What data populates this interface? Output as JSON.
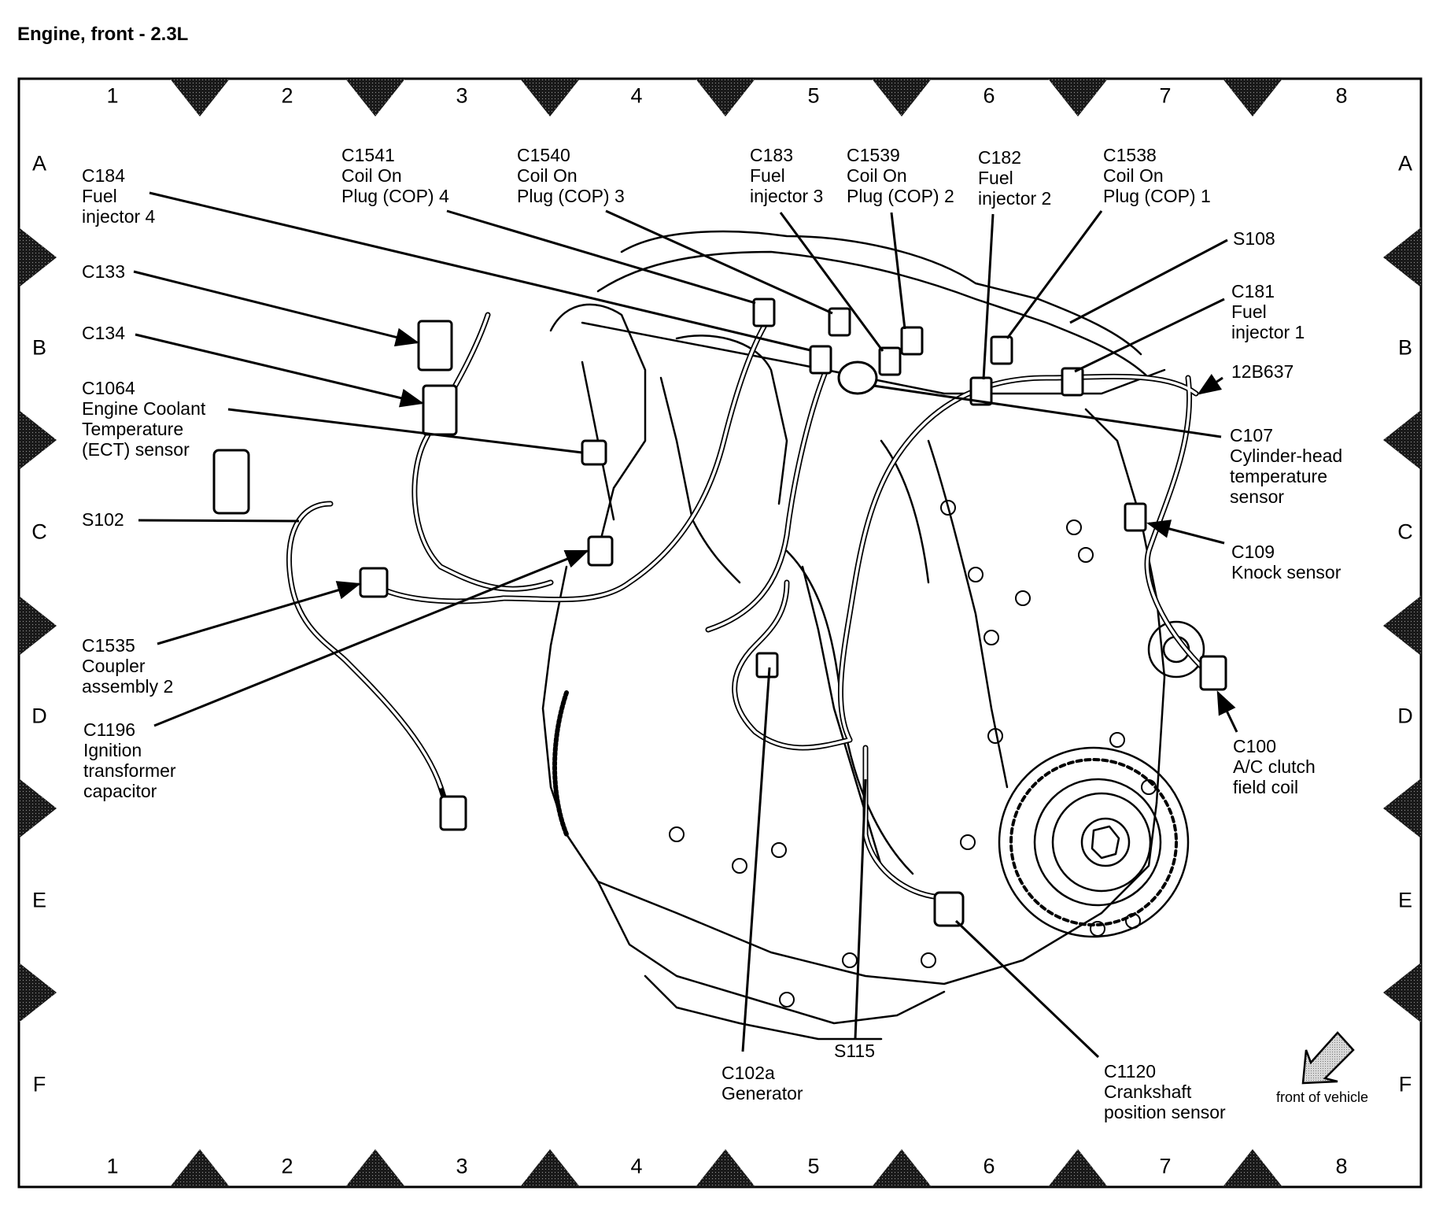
{
  "title": "Engine, front - 2.3L",
  "grid": {
    "columns": [
      "1",
      "2",
      "3",
      "4",
      "5",
      "6",
      "7",
      "8"
    ],
    "rows": [
      "A",
      "B",
      "C",
      "D",
      "E",
      "F"
    ]
  },
  "orientation": {
    "label": "front of vehicle",
    "icon": "arrow-down-left-icon",
    "arrow_color": "#c8c8c8"
  },
  "callouts": [
    {
      "id": "C184",
      "lines": [
        "C184",
        "Fuel",
        "injector 4"
      ]
    },
    {
      "id": "C1541",
      "lines": [
        "C1541",
        "Coil On",
        "Plug (COP) 4"
      ]
    },
    {
      "id": "C1540",
      "lines": [
        "C1540",
        "Coil On",
        "Plug (COP) 3"
      ]
    },
    {
      "id": "C183",
      "lines": [
        "C183",
        "Fuel",
        "injector 3"
      ]
    },
    {
      "id": "C1539",
      "lines": [
        "C1539",
        "Coil On",
        "Plug (COP) 2"
      ]
    },
    {
      "id": "C182",
      "lines": [
        "C182",
        "Fuel",
        "injector 2"
      ]
    },
    {
      "id": "C1538",
      "lines": [
        "C1538",
        "Coil On",
        "Plug (COP) 1"
      ]
    },
    {
      "id": "S108",
      "lines": [
        "S108"
      ]
    },
    {
      "id": "C181",
      "lines": [
        "C181",
        "Fuel",
        "injector 1"
      ]
    },
    {
      "id": "12B637",
      "lines": [
        "12B637"
      ]
    },
    {
      "id": "C107",
      "lines": [
        "C107",
        "Cylinder-head",
        "temperature",
        "sensor"
      ]
    },
    {
      "id": "C109",
      "lines": [
        "C109",
        "Knock sensor"
      ]
    },
    {
      "id": "C100",
      "lines": [
        "C100",
        "A/C clutch",
        "field coil"
      ]
    },
    {
      "id": "C133",
      "lines": [
        "C133"
      ]
    },
    {
      "id": "C134",
      "lines": [
        "C134"
      ]
    },
    {
      "id": "C1064",
      "lines": [
        "C1064",
        "Engine Coolant",
        "Temperature",
        "(ECT) sensor"
      ]
    },
    {
      "id": "S102",
      "lines": [
        "S102"
      ]
    },
    {
      "id": "C1535",
      "lines": [
        "C1535",
        "Coupler",
        "assembly 2"
      ]
    },
    {
      "id": "C1196",
      "lines": [
        "C1196",
        "Ignition",
        "transformer",
        "capacitor"
      ]
    },
    {
      "id": "C102a",
      "lines": [
        "C102a",
        "Generator"
      ]
    },
    {
      "id": "S115",
      "lines": [
        "S115"
      ]
    },
    {
      "id": "C1120",
      "lines": [
        "C1120",
        "Crankshaft",
        "position sensor"
      ]
    }
  ]
}
